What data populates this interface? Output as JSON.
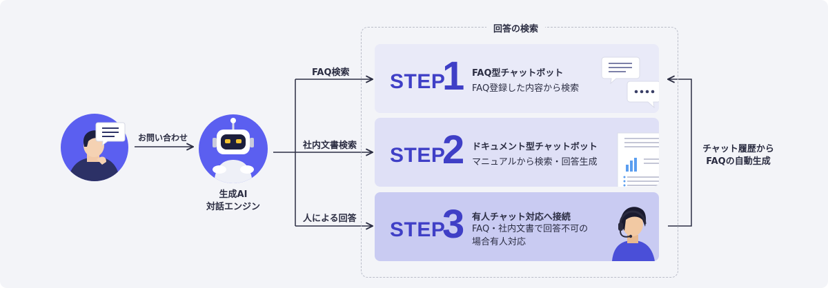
{
  "diagram": {
    "group_title": "回答の検索",
    "user_to_ai_label": "お問い合わせ",
    "ai_label_line1": "生成AI",
    "ai_label_line2": "対話エンジン",
    "branches": [
      {
        "label": "FAQ検索"
      },
      {
        "label": "社内文書検索"
      },
      {
        "label": "人による回答"
      }
    ],
    "feedback_label_line1": "チャット履歴から",
    "feedback_label_line2": "FAQの自動生成",
    "steps": [
      {
        "word": "STEP",
        "number": "1",
        "title": "FAQ型チャットボット",
        "desc_line1": "FAQ登録した内容から検索",
        "desc_line2": ""
      },
      {
        "word": "STEP",
        "number": "2",
        "title": "ドキュメント型チャットボット",
        "desc_line1": "マニュアルから検索・回答生成",
        "desc_line2": ""
      },
      {
        "word": "STEP",
        "number": "3",
        "title": "有人チャット対応へ接続",
        "desc_line1": "FAQ・社内文書で回答不可の",
        "desc_line2": "場合有人対応"
      }
    ]
  },
  "colors": {
    "background": "#f3f4f8",
    "accent": "#5b5ff0",
    "step_text": "#3f3fc6",
    "card1": "#e9eaf8",
    "card2": "#dfe0f6",
    "card3": "#c9cbf2",
    "line": "#2b2d42"
  },
  "icons": [
    "user-avatar-icon",
    "chat-bubble-icon",
    "robot-icon",
    "faq-chat-bubbles-icon",
    "document-chart-icon",
    "operator-headset-icon"
  ]
}
